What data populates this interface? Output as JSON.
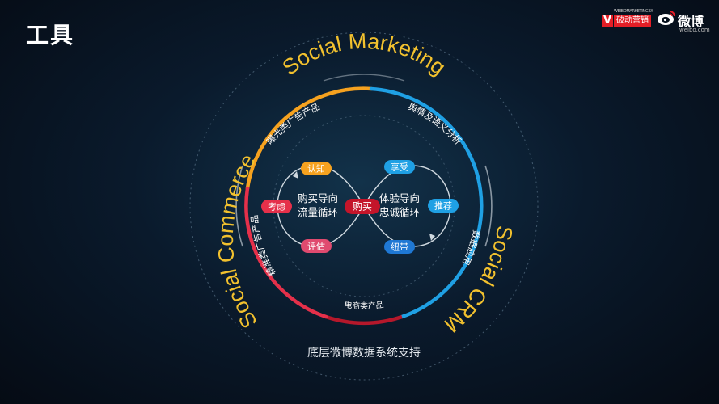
{
  "page": {
    "title": "工具"
  },
  "brands": {
    "v_label": "V",
    "v_text": "破动营销",
    "v_tagline": "WEIBOMARKETINGEX",
    "weibo_name": "微博",
    "weibo_url": "weibo.com"
  },
  "ring": {
    "social_marketing": "Social Marketing",
    "social_commerce": "Social Commerce",
    "social_crm": "Social CRM",
    "footer": "底层微博数据系统支持"
  },
  "arc_labels": {
    "top_left": "曝光类广告产品",
    "top_right": "舆情及语义分析",
    "left": "精准类广告产品",
    "right": "数据应用",
    "bottom": "电商类产品"
  },
  "loop_left": {
    "title_line1": "购买导向",
    "title_line2": "流量循环",
    "nodes": [
      "认知",
      "考虑",
      "评估"
    ]
  },
  "loop_right": {
    "title_line1": "体验导向",
    "title_line2": "忠诚循环",
    "nodes": [
      "享受",
      "推荐",
      "纽带"
    ]
  },
  "center_node": "购买",
  "colors": {
    "orange": "#f6a21f",
    "red": "#e5304a",
    "blue": "#1fa0e4",
    "gold": "#f2c12e"
  }
}
